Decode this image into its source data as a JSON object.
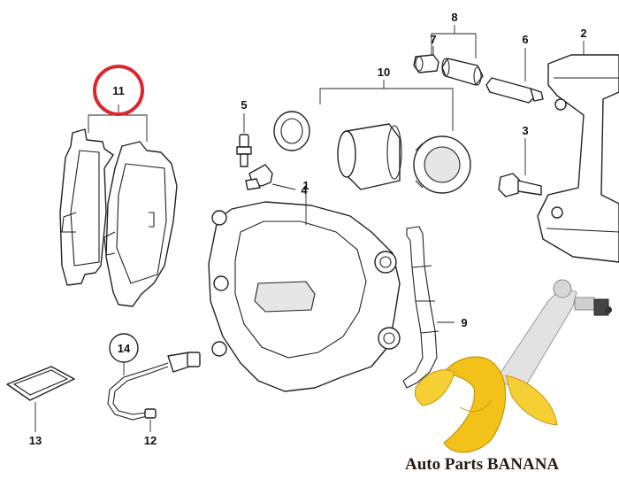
{
  "callouts": {
    "c1": "1",
    "c2": "2",
    "c3": "3",
    "c4": "4",
    "c5": "5",
    "c6": "6",
    "c7": "7",
    "c8": "8",
    "c9": "9",
    "c10": "10",
    "c11": "11",
    "c12": "12",
    "c13": "13",
    "c14": "14"
  },
  "highlight": {
    "color": "#e0242c",
    "target": "11"
  },
  "watermark": {
    "brand": "Auto Parts BANANA",
    "banana_color": "#f2c21b",
    "rod_color": "#e2e2e2"
  }
}
